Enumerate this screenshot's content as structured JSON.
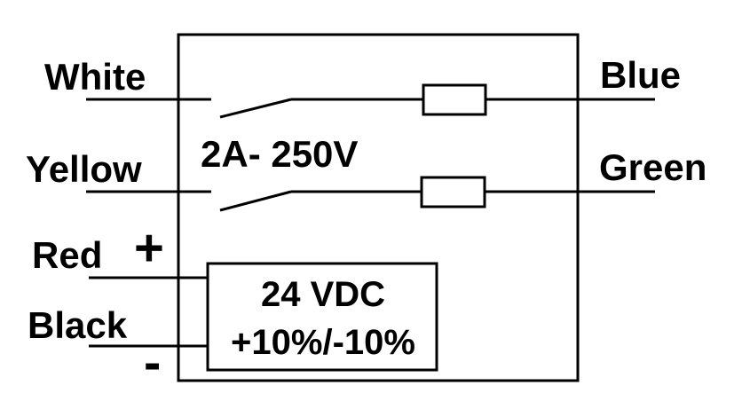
{
  "wires": {
    "white": "White",
    "yellow": "Yellow",
    "red": "Red",
    "black": "Black",
    "blue": "Blue",
    "green": "Green"
  },
  "switch_rating": "2A- 250V",
  "power": {
    "voltage": "24 VDC",
    "tolerance": "+10%/-10%",
    "plus": "+",
    "minus": "-"
  }
}
